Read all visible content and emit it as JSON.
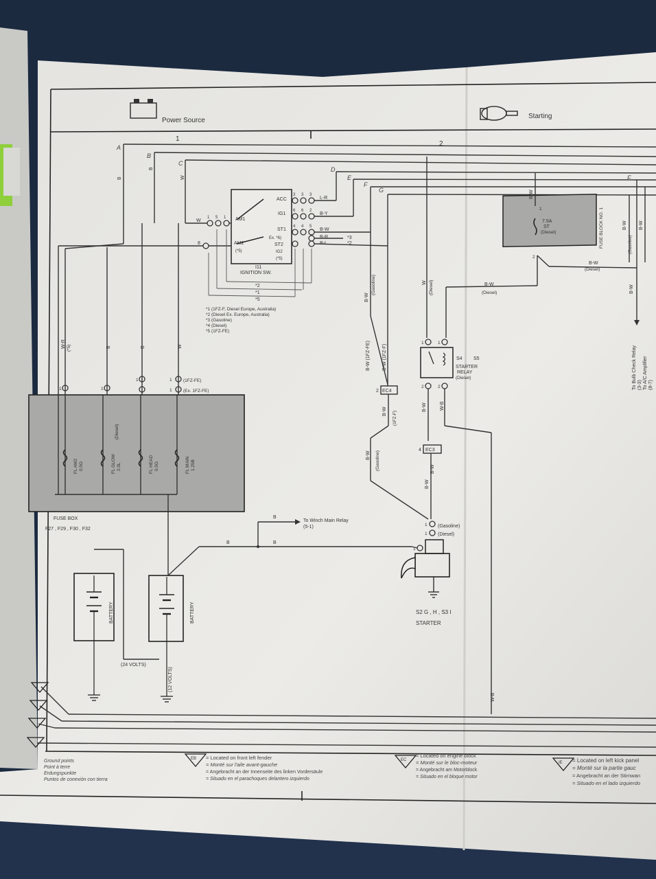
{
  "header": {
    "left_title": "Power Source",
    "right_title": "Starting",
    "col_1": "1",
    "col_2": "2"
  },
  "wire_letters": {
    "A": "A",
    "B": "B",
    "C": "C",
    "D": "D",
    "E": "E",
    "F": "F",
    "G": "G",
    "F2": "F"
  },
  "ignition": {
    "title": "IGNITION SW.",
    "ref": "I11",
    "terminals": [
      "ACC",
      "IG1",
      "ST1",
      "Ex. *6)",
      "ST2",
      "IG2",
      "(*5)",
      "AM1",
      "AM2",
      "(*5)"
    ],
    "pin_labels": [
      "3",
      "3",
      "3",
      "6",
      "6",
      "2",
      "4",
      "4",
      "5",
      "6",
      "6",
      "1",
      "5",
      "5",
      "1",
      "1",
      "2",
      "1",
      "3",
      "W",
      "8"
    ],
    "wire_out": [
      "L-R",
      "B-Y",
      "B-W",
      "B-R",
      "B-L"
    ],
    "stars": [
      "*3",
      "*2"
    ],
    "notes": [
      "*1 (1FZ-F, Diesel Europe, Australia)",
      "*2 (Diesel Ex. Europe, Australia)",
      "*3 (Gasoline)",
      "*4 (Diesel)",
      "*5 (1FZ-FE)"
    ],
    "star_marks": [
      "*2",
      "*1",
      "*5"
    ]
  },
  "fuse_block": {
    "title": "FUSE BLOCK NO. 1",
    "amp": "7.5A",
    "name": "ST",
    "cond": "(Diesel)",
    "pin_top": "1",
    "pin_bot": "2",
    "out_wire": "B-W",
    "out_cond": "(Diesel)",
    "in_wire": "B-W"
  },
  "right_side": {
    "bulb_check": "To Bulb Check Relay",
    "bulb_ref": "(3-3)",
    "ac": "To A/C Amplifier",
    "ac_ref": "(8-7)",
    "w1": "B-W",
    "w1c": "(Gasoline)",
    "w2": "B-W",
    "w3": "B-W"
  },
  "relay": {
    "title": "STARTER",
    "title2": "RELAY",
    "cond": "(Diesel)",
    "ref": "S4",
    "ref2": "S5",
    "pins": [
      "1",
      "1",
      "2",
      "2",
      "2"
    ],
    "in_wire": "B-W",
    "in_cond": "(Diesel)",
    "w_label": "W",
    "w_cond": "(Diesel)",
    "bw": "B-W",
    "wb": "W-B"
  },
  "connectors": {
    "ec4": "EC4",
    "ec4_pin": "2",
    "ec3": "EC3",
    "ec3_pin": "4",
    "bw_gas": "B-W",
    "bw_gas_c": "(Gasoline)",
    "bw_1fzfe": "B-W (1FZ-FE)",
    "bw_1fzf": "B-W (1FZ-F)",
    "bw_mid": "B-W",
    "bw_mid_c": "(1FZ-F)",
    "bw_gas2": "B-W",
    "bw_gas2_c": "(Gasoline)",
    "bw_low": "B-W",
    "bw_low2": "B-W"
  },
  "starter": {
    "title": "STARTER",
    "refs": "S2 G , H , S3 I",
    "gas": "(Gasoline)",
    "diesel": "(Diesel)",
    "pin1": "1",
    "pin1b": "1",
    "pinT": "1"
  },
  "winch": {
    "label": "To Winch Main Relay",
    "ref": "(5-1)",
    "w": "B",
    "w2": "B",
    "w3": "B"
  },
  "fuse_box": {
    "title": "FUSE BOX",
    "refs": "F27 , F29 , F30 , F32",
    "pins": [
      "1",
      "1",
      "1",
      "1",
      "1"
    ],
    "pin_notes": [
      "(1FZ-FE)",
      "(Ex. 1FZ-FE)"
    ],
    "fuses": [
      {
        "name": "FL AM2",
        "amp": "0.5G"
      },
      {
        "name": "FL GLOW",
        "amp": "2.0L"
      },
      {
        "name": "FL HEAD",
        "amp": "0.5G"
      },
      {
        "name": "FL MAIN",
        "amp": "1.25B"
      }
    ],
    "cond": "(Diesel)",
    "wires": [
      "W-R",
      "B",
      "B",
      "W"
    ],
    "wire_note": "(*5)"
  },
  "battery": {
    "label1": "BATTERY",
    "label2": "BATTERY",
    "volts24": "(24 VOLTS)",
    "volts12": "(12 VOLTS)"
  },
  "ground": {
    "title": [
      "Ground points",
      "Point à terre",
      "Erdungspunkte",
      "Puntos de conexión con tierra"
    ],
    "items": [
      {
        "code": "EB",
        "lines": [
          "= Located on front left fender",
          "= Monté sur l'aile avant-gauche",
          "= Angebracht an der Innenseite des linken Vordersäule",
          "= Situado en el parachoques delantero izquierdo"
        ]
      },
      {
        "code": "EC",
        "lines": [
          "= Located on engine block",
          "= Monté sur le bloc-moteur",
          "= Angebracht am Motorblock",
          "= Situado en el bloque motor"
        ]
      },
      {
        "code": "IE",
        "lines": [
          "= Located on left kick panel",
          "= Monté sur la partie gauc",
          "= Angebracht an der Stirnwan",
          "= Situado en el lado izquierdo"
        ]
      }
    ],
    "wb": "W-B"
  },
  "colors": {
    "paper": "#ecebe7",
    "gray_box": "#a9a9a7",
    "desk": "#1c2a40"
  }
}
